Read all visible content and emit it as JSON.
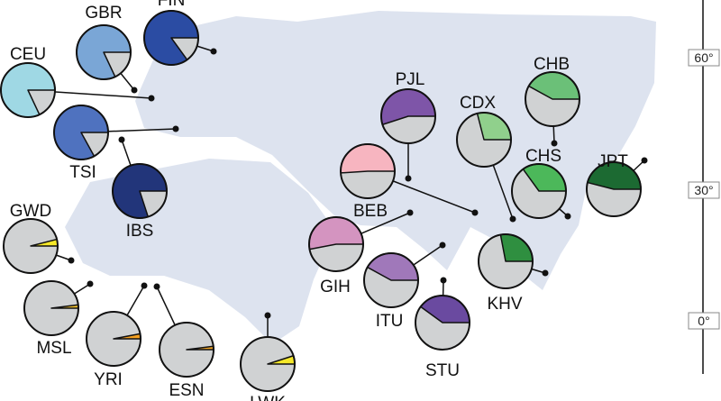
{
  "colors": {
    "land": "#dde3ef",
    "gray": "#d0d2d3",
    "outline": "#111111"
  },
  "latitude_axis": {
    "labels": [
      "60°",
      "30°",
      "0°"
    ]
  },
  "populations": [
    {
      "label": "CEU",
      "color": "#9fd8e4",
      "fraction": 0.82
    },
    {
      "label": "GBR",
      "color": "#7aa6d6",
      "fraction": 0.82
    },
    {
      "label": "FIN",
      "color": "#2b4ca3",
      "fraction": 0.85
    },
    {
      "label": "TSI",
      "color": "#4f72bf",
      "fraction": 0.83
    },
    {
      "label": "IBS",
      "color": "#22357a",
      "fraction": 0.8
    },
    {
      "label": "GWD",
      "color": "#f5e829",
      "fraction": 0.04
    },
    {
      "label": "MSL",
      "color": "#f2c230",
      "fraction": 0.02
    },
    {
      "label": "YRI",
      "color": "#f5a020",
      "fraction": 0.03
    },
    {
      "label": "ESN",
      "color": "#f2a524",
      "fraction": 0.02
    },
    {
      "label": "LWK",
      "color": "#f5e829",
      "fraction": 0.05
    },
    {
      "label": "PJL",
      "color": "#7e55a8",
      "fraction": 0.55
    },
    {
      "label": "BEB",
      "color": "#f7b5c0",
      "fraction": 0.51
    },
    {
      "label": "GIH",
      "color": "#d494c0",
      "fraction": 0.53
    },
    {
      "label": "ITU",
      "color": "#a078ba",
      "fraction": 0.42
    },
    {
      "label": "STU",
      "color": "#6a4aa0",
      "fraction": 0.4
    },
    {
      "label": "CDX",
      "color": "#90d08c",
      "fraction": 0.29
    },
    {
      "label": "CHB",
      "color": "#6bc078",
      "fraction": 0.42
    },
    {
      "label": "CHS",
      "color": "#4cb85a",
      "fraction": 0.35
    },
    {
      "label": "JPT",
      "color": "#1c6a32",
      "fraction": 0.46
    },
    {
      "label": "KHV",
      "color": "#2f8f40",
      "fraction": 0.28
    }
  ]
}
